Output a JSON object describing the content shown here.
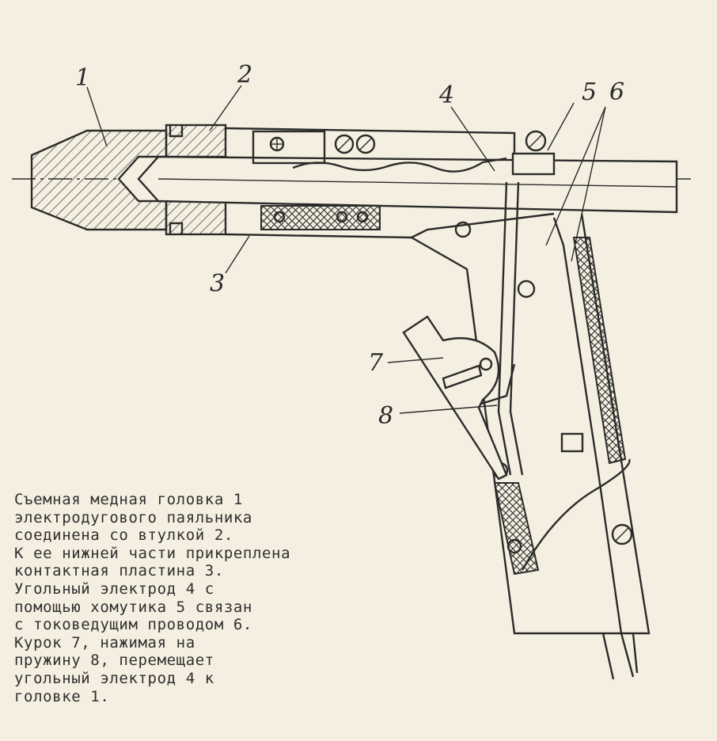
{
  "callouts": [
    {
      "id": "1",
      "label": "1"
    },
    {
      "id": "2",
      "label": "2"
    },
    {
      "id": "3",
      "label": "3"
    },
    {
      "id": "4",
      "label": "4"
    },
    {
      "id": "5",
      "label": "5"
    },
    {
      "id": "6",
      "label": "6"
    },
    {
      "id": "7",
      "label": "7"
    },
    {
      "id": "8",
      "label": "8"
    }
  ],
  "caption": {
    "lines": [
      "Съемная медная головка 1",
      "электродугового паяльника",
      "соединена со втулкой 2.",
      "К ее нижней части прикреплена",
      "контактная пластина 3.",
      "Угольный электрод 4 с",
      "помощью хомутика 5 связан",
      "с токоведущим проводом 6.",
      "Курок 7, нажимая на",
      "пружину 8, перемещает",
      "угольный электрод 4 к",
      "головке 1."
    ]
  },
  "colors": {
    "paper": "#f4efe0",
    "ink": "#2b2b2b"
  }
}
